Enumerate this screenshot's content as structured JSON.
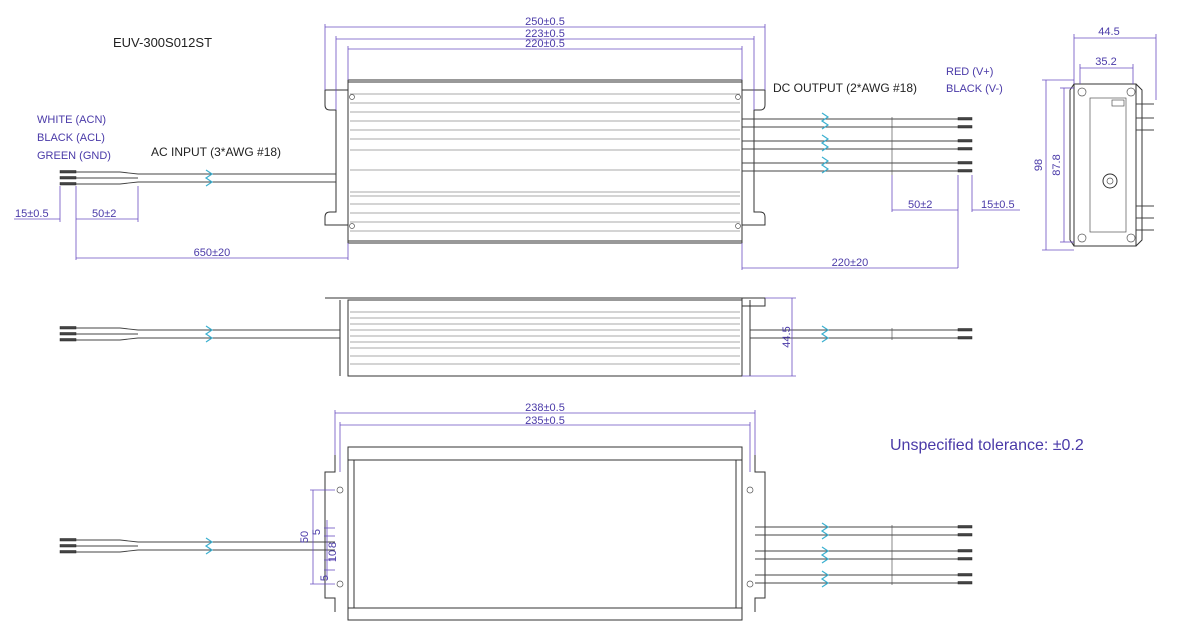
{
  "model": "EUV-300S012ST",
  "labels": {
    "ac_wires": [
      "WHITE (ACN)",
      "BLACK (ACL)",
      "GREEN (GND)"
    ],
    "ac_input": "AC  INPUT (3*AWG #18)",
    "dc_output": "DC  OUTPUT (2*AWG #18)",
    "dc_wires": [
      "RED (V+)",
      "BLACK (V-)"
    ],
    "tolerance": "Unspecified tolerance: ±0.2"
  },
  "dims": {
    "top": {
      "overall": "250±0.5",
      "mount": "223±0.5",
      "body": "220±0.5"
    },
    "ac_strip": "15±0.5",
    "ac_split": "50±2",
    "ac_length": "650±20",
    "dc_split": "50±2",
    "dc_strip": "15±0.5",
    "dc_length": "220±20",
    "end_width": "44.5",
    "end_inner": "35.2",
    "end_h1": "98",
    "end_h2": "87.8",
    "side_height": "44.5",
    "bottom_overall": "238±0.5",
    "bottom_inner": "235±0.5",
    "bottom_left_50": "50",
    "bottom_left_a": "5",
    "bottom_left_b": "8",
    "bottom_left_c": "10",
    "bottom_left_d": "5"
  }
}
